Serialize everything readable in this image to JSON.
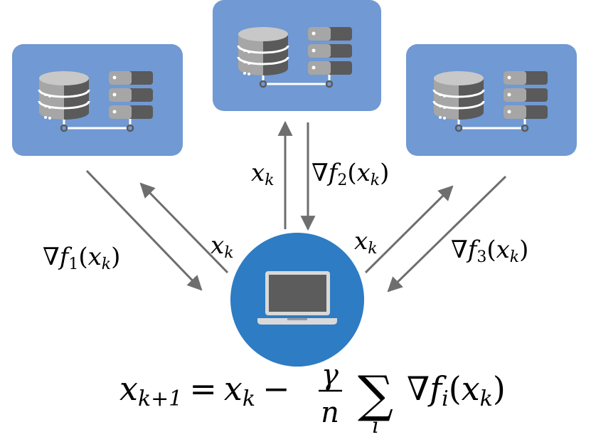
{
  "colors": {
    "node_box": "#7199d3",
    "center_circle": "#2e7cc3",
    "arrow": "#6e6e6e",
    "db_dark": "#5a5a5a",
    "db_light": "#a6a6a6",
    "laptop_body": "#d9d9d9",
    "laptop_screen": "#5c5c5c"
  },
  "workers": [
    {
      "id": "worker-1",
      "icon": "database-server-icon"
    },
    {
      "id": "worker-2",
      "icon": "database-server-icon"
    },
    {
      "id": "worker-3",
      "icon": "database-server-icon"
    }
  ],
  "center": {
    "icon": "laptop-icon"
  },
  "labels": {
    "w1_up": {
      "nabla": "∇",
      "f": "f",
      "sub": "1",
      "open": "(",
      "x": "x",
      "xsub": "k",
      "close": ")"
    },
    "w1_down": {
      "x": "x",
      "sub": "k"
    },
    "w2_down": {
      "x": "x",
      "sub": "k"
    },
    "w2_up": {
      "nabla": "∇",
      "f": "f",
      "sub": "2",
      "open": "(",
      "x": "x",
      "xsub": "k",
      "close": ")"
    },
    "w3_down": {
      "x": "x",
      "sub": "k"
    },
    "w3_up": {
      "nabla": "∇",
      "f": "f",
      "sub": "3",
      "open": "(",
      "x": "x",
      "xsub": "k",
      "close": ")"
    }
  },
  "formula": {
    "lhs_x": "x",
    "lhs_sub": "k+1",
    "eq": "=",
    "rhs_x": "x",
    "rhs_sub": "k",
    "minus": "−",
    "frac_num": "γ",
    "frac_den": "n",
    "sum": "∑",
    "sum_index": "i",
    "nabla": "∇",
    "f": "f",
    "f_sub": "i",
    "open": "(",
    "arg_x": "x",
    "arg_sub": "k",
    "close": ")"
  }
}
